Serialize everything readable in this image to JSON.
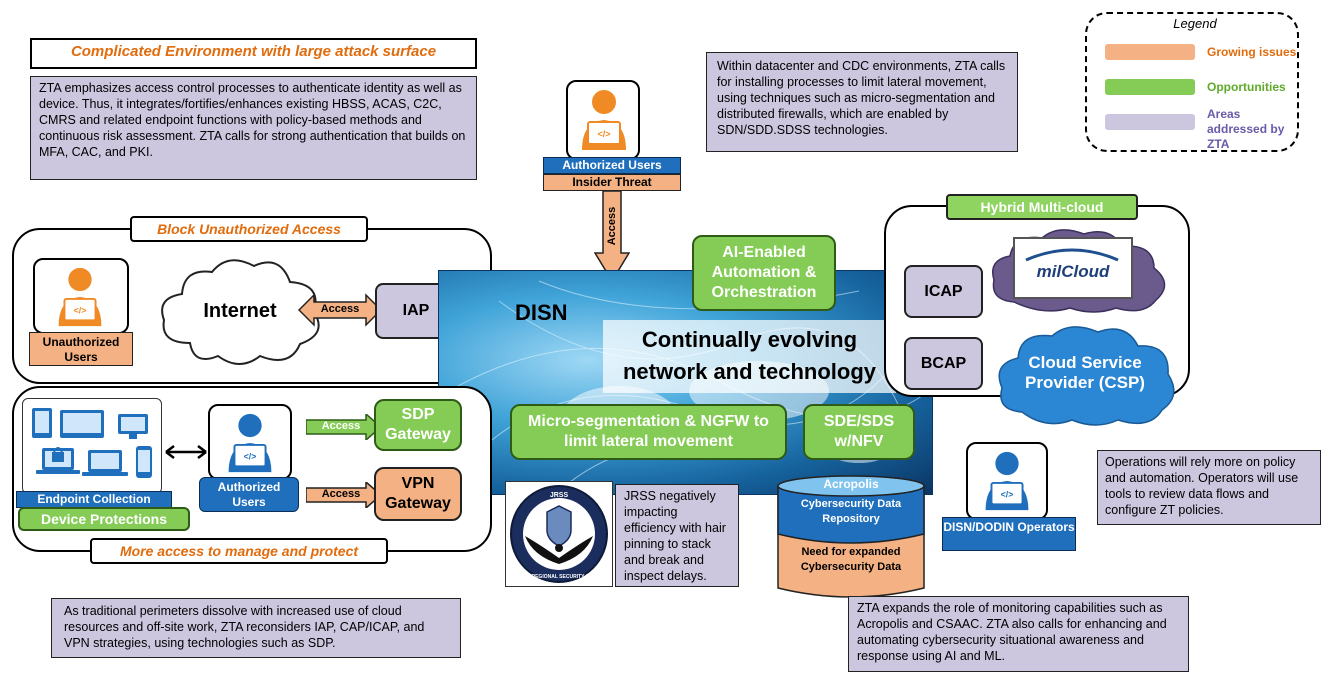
{
  "colors": {
    "orange_text": "#e06c0e",
    "growing": "#f4b183",
    "opportunity": "#84cc55",
    "ztaarea": "#cdc6df",
    "blue": "#1f6fbd"
  },
  "legend": {
    "title": "Legend",
    "items": [
      {
        "label": "Growing issues",
        "color": "#f4b183",
        "text_color": "#e06c0e"
      },
      {
        "label": "Opportunities",
        "color": "#84cc55",
        "text_color": "#5faa2a"
      },
      {
        "label": "Areas addressed by ZTA",
        "color": "#cdc6df",
        "text_color": "#6a5aa8"
      }
    ]
  },
  "top_left": {
    "title": "Complicated Environment with large attack surface",
    "text": "ZTA emphasizes access control processes to authenticate identity as well as device. Thus, it integrates/fortifies/enhances existing HBSS, ACAS, C2C, CMRS and related endpoint functions with policy-based methods and continuous risk assessment. ZTA calls for strong authentication that builds on MFA, CAC, and PKI."
  },
  "top_center_note": "Within datacenter and CDC environments, ZTA calls for installing processes to limit lateral movement, using techniques such as micro-segmentation and distributed firewalls, which are enabled by SDN/SDD.SDSS technologies.",
  "authorized_users_top": {
    "label": "Authorized Users",
    "threat": "Insider Threat",
    "access": "Access"
  },
  "block_section": {
    "title": "Block Unauthorized Access",
    "unauth_users": "Unauthorized Users",
    "internet": "Internet",
    "access": "Access",
    "iap": "IAP"
  },
  "center": {
    "disn": "DISN",
    "evolving": "Continually evolving network and technology",
    "ai": "AI-Enabled Automation & Orchestration",
    "microseg": "Micro-segmentation & NGFW to limit lateral movement",
    "sde": "SDE/SDS w/NFV"
  },
  "cloud_section": {
    "title": "Hybrid Multi-cloud",
    "icap": "ICAP",
    "bcap": "BCAP",
    "milcloud": "milCloud",
    "csp": "Cloud Service Provider (CSP)"
  },
  "endpoint_section": {
    "title": "More access to manage and protect",
    "endpoint_collection": "Endpoint Collection",
    "device_protections": "Device Protections",
    "auth_users": "Authorized Users",
    "access1": "Access",
    "access2": "Access",
    "sdp": "SDP Gateway",
    "vpn": "VPN Gateway"
  },
  "jrss": {
    "note": "JRSS negatively impacting efficiency with hair pinning to stack and break and inspect delays.",
    "seal_top": "JRSS",
    "seal_bottom": "JOINT REGIONAL SECURITY STACK"
  },
  "acropolis": {
    "title": "Acropolis",
    "repo": "Cybersecurity Data Repository",
    "need": "Need for expanded Cybersecurity Data"
  },
  "operators": {
    "label": "DISN/DODIN Operators",
    "note": "Operations will rely more on policy and automation. Operators will use tools to review data flows and configure ZT policies."
  },
  "bottom_left_note": "As traditional perimeters dissolve with increased use of cloud resources and off-site work, ZTA reconsiders IAP, CAP/ICAP, and VPN strategies, using technologies such as SDP.",
  "bottom_right_note": "ZTA expands the role of monitoring capabilities such as Acropolis and CSAAC. ZTA also calls for enhancing and automating cybersecurity situational awareness and response using AI and ML."
}
